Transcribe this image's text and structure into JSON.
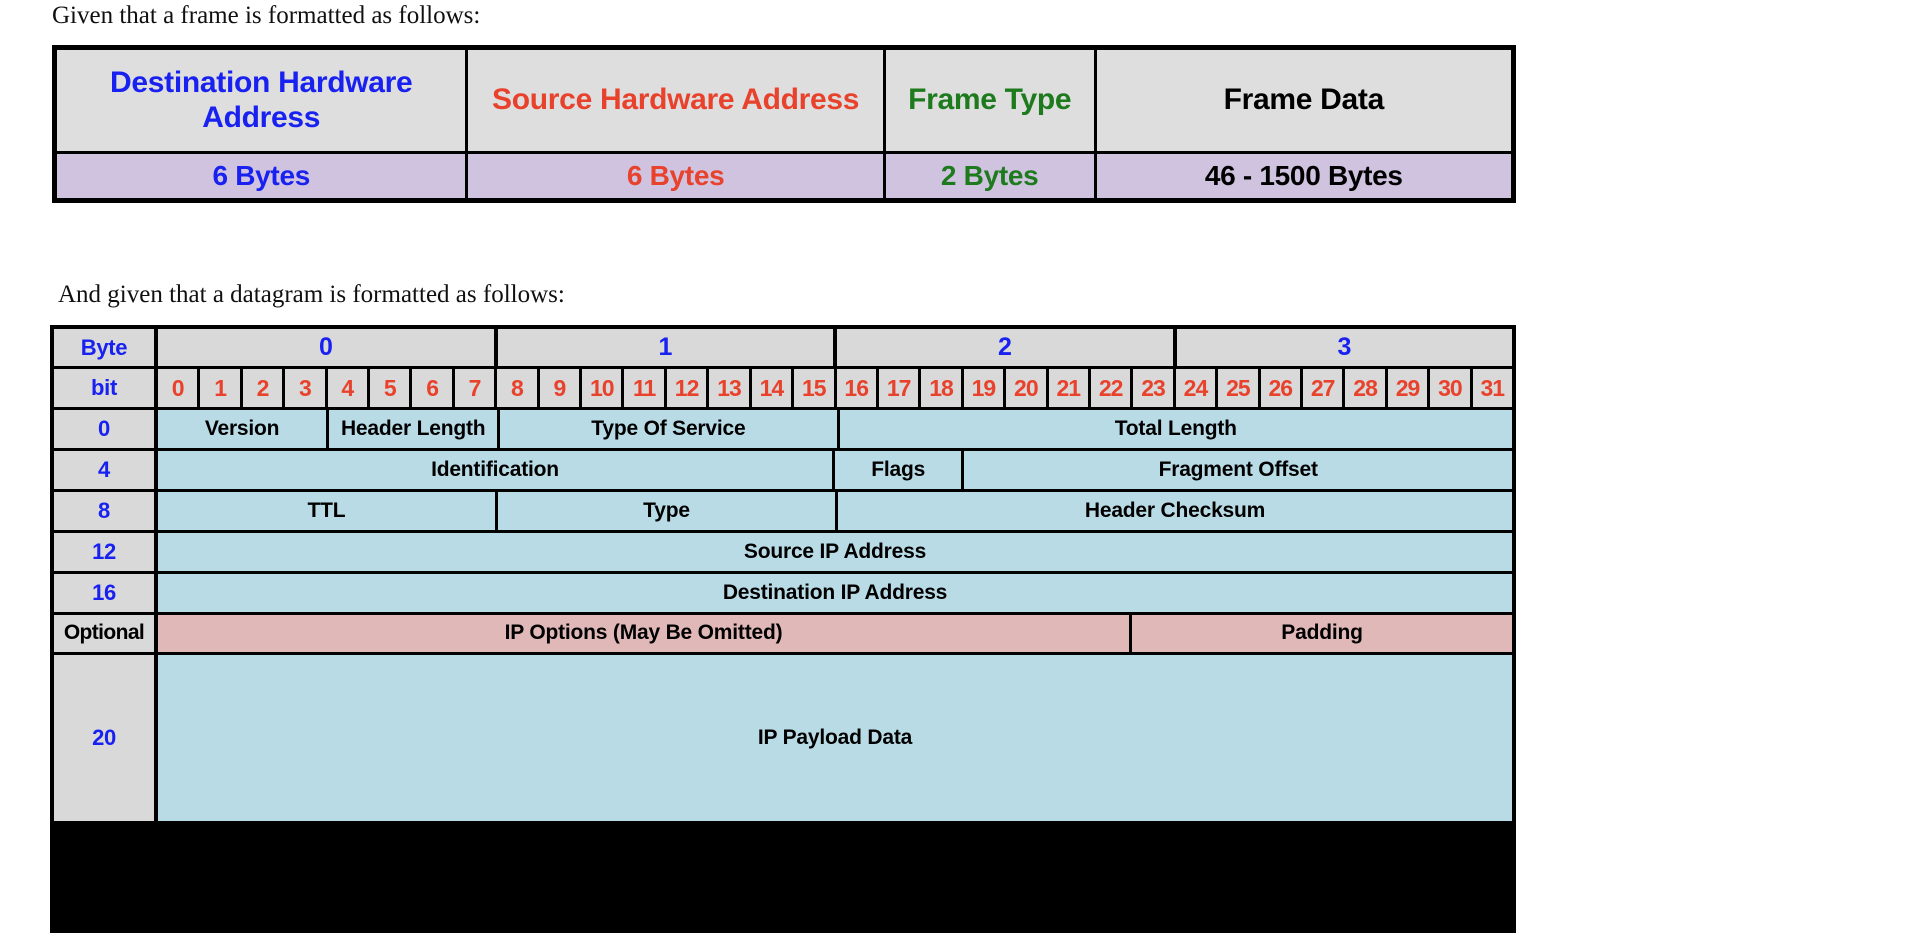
{
  "intro": {
    "frame_line": "Given that a frame is formatted as follows:",
    "datagram_line": "And given that a datagram is formatted as follows:"
  },
  "colors": {
    "blue": "#1821f0",
    "red": "#e8422c",
    "green": "#1d7a1d",
    "black": "#000000",
    "header_gray": "#d9d9d9",
    "frame_name_gray": "#dedede",
    "frame_size_lavender": "#cfc3e0",
    "field_blue": "#b9dbe6",
    "option_pink": "#e0b8b8"
  },
  "frame_table": {
    "columns": [
      {
        "name": "Destination Hardware Address",
        "size": "6 Bytes",
        "color": "#1821f0"
      },
      {
        "name": "Source Hardware Address",
        "size": "6 Bytes",
        "color": "#e8422c"
      },
      {
        "name": "Frame Type",
        "size": "2 Bytes",
        "color": "#1d7a1d"
      },
      {
        "name": "Frame Data",
        "size": "46 - 1500 Bytes",
        "color": "#000000"
      }
    ]
  },
  "datagram_table": {
    "byte_header_label": "Byte",
    "bit_header_label": "bit",
    "bytes": [
      "0",
      "1",
      "2",
      "3"
    ],
    "bits": [
      "0",
      "1",
      "2",
      "3",
      "4",
      "5",
      "6",
      "7",
      "8",
      "9",
      "10",
      "11",
      "12",
      "13",
      "14",
      "15",
      "16",
      "17",
      "18",
      "19",
      "20",
      "21",
      "22",
      "23",
      "24",
      "25",
      "26",
      "27",
      "28",
      "29",
      "30",
      "31"
    ],
    "rows": [
      {
        "offset": "0",
        "fields": [
          {
            "label": "Version",
            "bits": 4
          },
          {
            "label": "Header Length",
            "bits": 4
          },
          {
            "label": "Type Of Service",
            "bits": 8
          },
          {
            "label": "Total Length",
            "bits": 16
          }
        ]
      },
      {
        "offset": "4",
        "fields": [
          {
            "label": "Identification",
            "bits": 16
          },
          {
            "label": "Flags",
            "bits": 3
          },
          {
            "label": "Fragment Offset",
            "bits": 13
          }
        ]
      },
      {
        "offset": "8",
        "fields": [
          {
            "label": "TTL",
            "bits": 8
          },
          {
            "label": "Type",
            "bits": 8
          },
          {
            "label": "Header Checksum",
            "bits": 16
          }
        ]
      },
      {
        "offset": "12",
        "fields": [
          {
            "label": "Source IP Address",
            "bits": 32
          }
        ]
      },
      {
        "offset": "16",
        "fields": [
          {
            "label": "Destination IP Address",
            "bits": 32
          }
        ]
      },
      {
        "offset": "Optional",
        "option_row": true,
        "fields": [
          {
            "label": "IP Options (May Be Omitted)",
            "bits": 23
          },
          {
            "label": "Padding",
            "bits": 9
          }
        ]
      },
      {
        "offset": "20",
        "payload_row": true,
        "fields": [
          {
            "label": "IP Payload Data",
            "bits": 32
          }
        ]
      }
    ]
  }
}
